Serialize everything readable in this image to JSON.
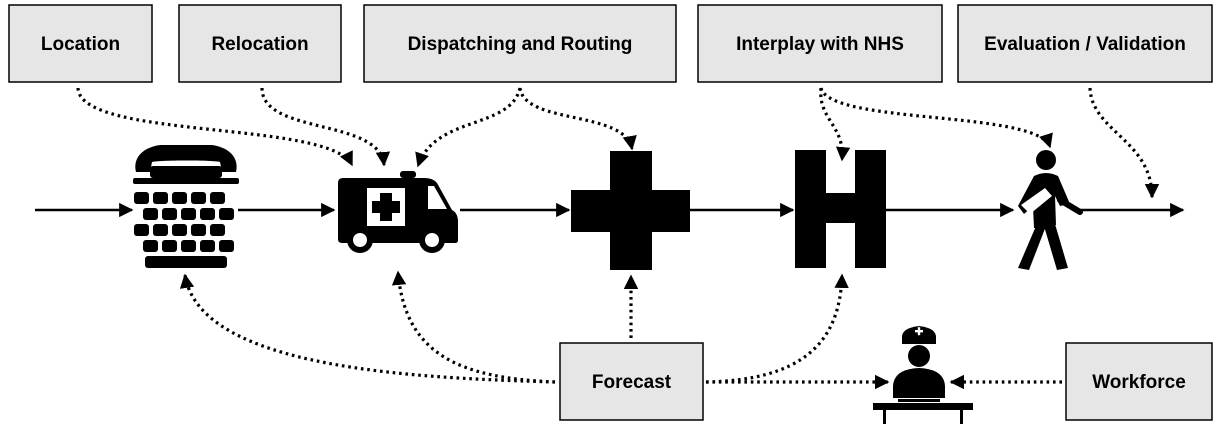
{
  "boxes": {
    "location": "Location",
    "relocation": "Relocation",
    "dispatching": "Dispatching and Routing",
    "nhs": "Interplay with NHS",
    "evaluation": "Evaluation / Validation",
    "forecast": "Forecast",
    "workforce": "Workforce"
  },
  "icons": {
    "call": "telephone-keypad-icon",
    "ambulance": "ambulance-icon",
    "emergency": "medical-cross-icon",
    "hospital": "hospital-h-icon",
    "patient": "discharged-patient-icon",
    "staff": "nurse-at-desk-icon"
  }
}
